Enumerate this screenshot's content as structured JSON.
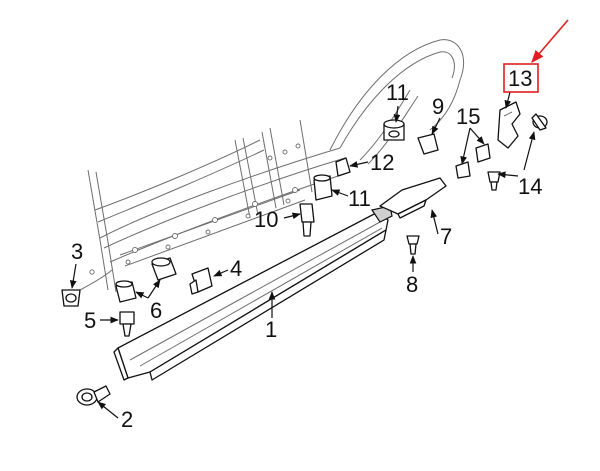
{
  "callouts": {
    "c1": "1",
    "c2": "2",
    "c3": "3",
    "c4": "4",
    "c5": "5",
    "c6": "6",
    "c7": "7",
    "c8": "8",
    "c9": "9",
    "c10": "10",
    "c11_top": "11",
    "c11_mid": "11",
    "c12": "12",
    "c13": "13",
    "c14": "14",
    "c15": "15"
  },
  "colors": {
    "highlight": "#e02020",
    "ink": "#111111",
    "ghost_lines": "#6e6e6e"
  }
}
